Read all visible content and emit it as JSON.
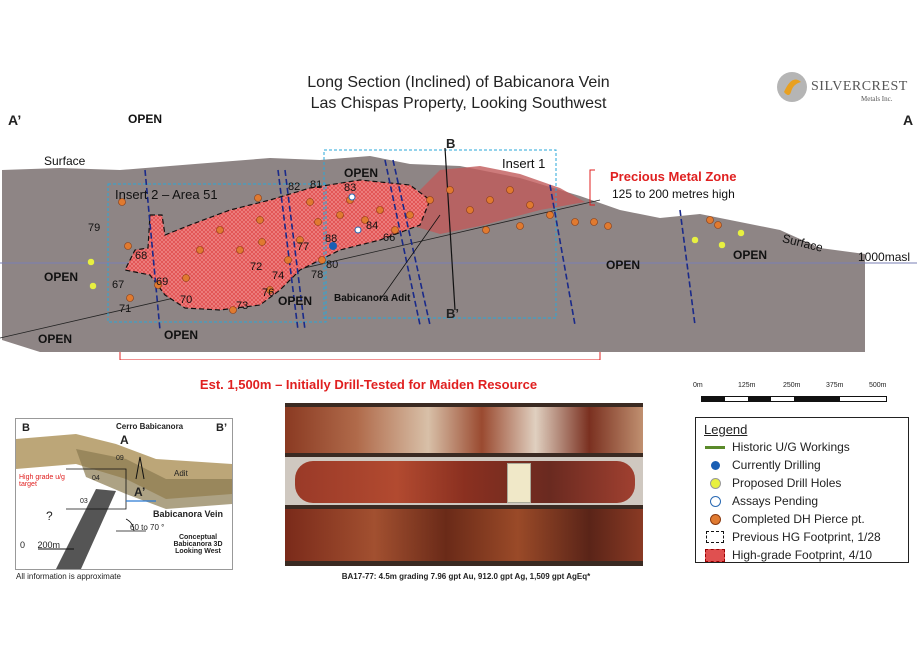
{
  "title": {
    "line1": "Long Section (Inclined) of Babicanora Vein",
    "line2": "Las Chispas Property, Looking Southwest"
  },
  "logo": {
    "name": "SILVERCREST",
    "sub": "Metals Inc."
  },
  "section": {
    "a_prime": "A’",
    "a": "A",
    "b": "B",
    "b_prime": "B’",
    "surface_left": "Surface",
    "surface_right": "Surface",
    "elevation": "1000masl",
    "open_labels": [
      "OPEN",
      "OPEN",
      "OPEN",
      "OPEN",
      "OPEN",
      "OPEN",
      "OPEN",
      "OPEN"
    ],
    "insert1": "Insert 1",
    "insert2": "Insert 2 – Area 51",
    "adit": "Babicanora Adit",
    "pmz_title": "Precious Metal Zone",
    "pmz_sub": "125 to 200 metres high",
    "extent": "Est. 1,500m – Initially Drill-Tested for Maiden Resource",
    "hole_numbers": [
      "79",
      "68",
      "67",
      "69",
      "71",
      "70",
      "73",
      "72",
      "74",
      "76",
      "78",
      "77",
      "80",
      "88",
      "84",
      "66",
      "83",
      "82",
      "81"
    ]
  },
  "scale": {
    "labels": [
      "0m",
      "125m",
      "250m",
      "375m",
      "500m"
    ]
  },
  "legend": {
    "title": "Legend",
    "items": [
      {
        "label": "Historic U/G Workings",
        "icon": "green-line"
      },
      {
        "label": "Currently Drilling",
        "icon": "blue-dot"
      },
      {
        "label": "Proposed Drill Holes",
        "icon": "yellow-dot"
      },
      {
        "label": "Assays Pending",
        "icon": "white-dot"
      },
      {
        "label": "Completed DH Pierce pt.",
        "icon": "orange-dot"
      },
      {
        "label": "Previous HG Footprint, 1/28",
        "icon": "dashed-box"
      },
      {
        "label": "High-grade Footprint, 4/10",
        "icon": "red-hatch"
      }
    ]
  },
  "inset3d": {
    "b": "B",
    "b_prime": "B’",
    "a": "A",
    "a_prime": "A’",
    "cerro": "Cerro Babicanora",
    "adit": "Adit",
    "high_grade": "High grade u/g target",
    "vein": "Babicanora Vein",
    "angle": "60 to 70 °",
    "question": "?",
    "scale": "0     200m",
    "conceptual": "Conceptual Babicanora 3D Looking West",
    "codes": [
      "09",
      "04",
      "03"
    ],
    "note": "All information is approximate"
  },
  "core": {
    "caption": "BA17-77: 4.5m grading 7.96 gpt Au, 912.0 gpt Ag, 1,509 gpt AgEq*"
  },
  "colors": {
    "terrain": "#8e8585",
    "footprint": "#e03a3a",
    "pierce": "#e07a30",
    "proposed": "#e8f040",
    "drilling": "#1a5fb4",
    "historic": "#5a8a2a",
    "accent_red": "#e02020"
  }
}
